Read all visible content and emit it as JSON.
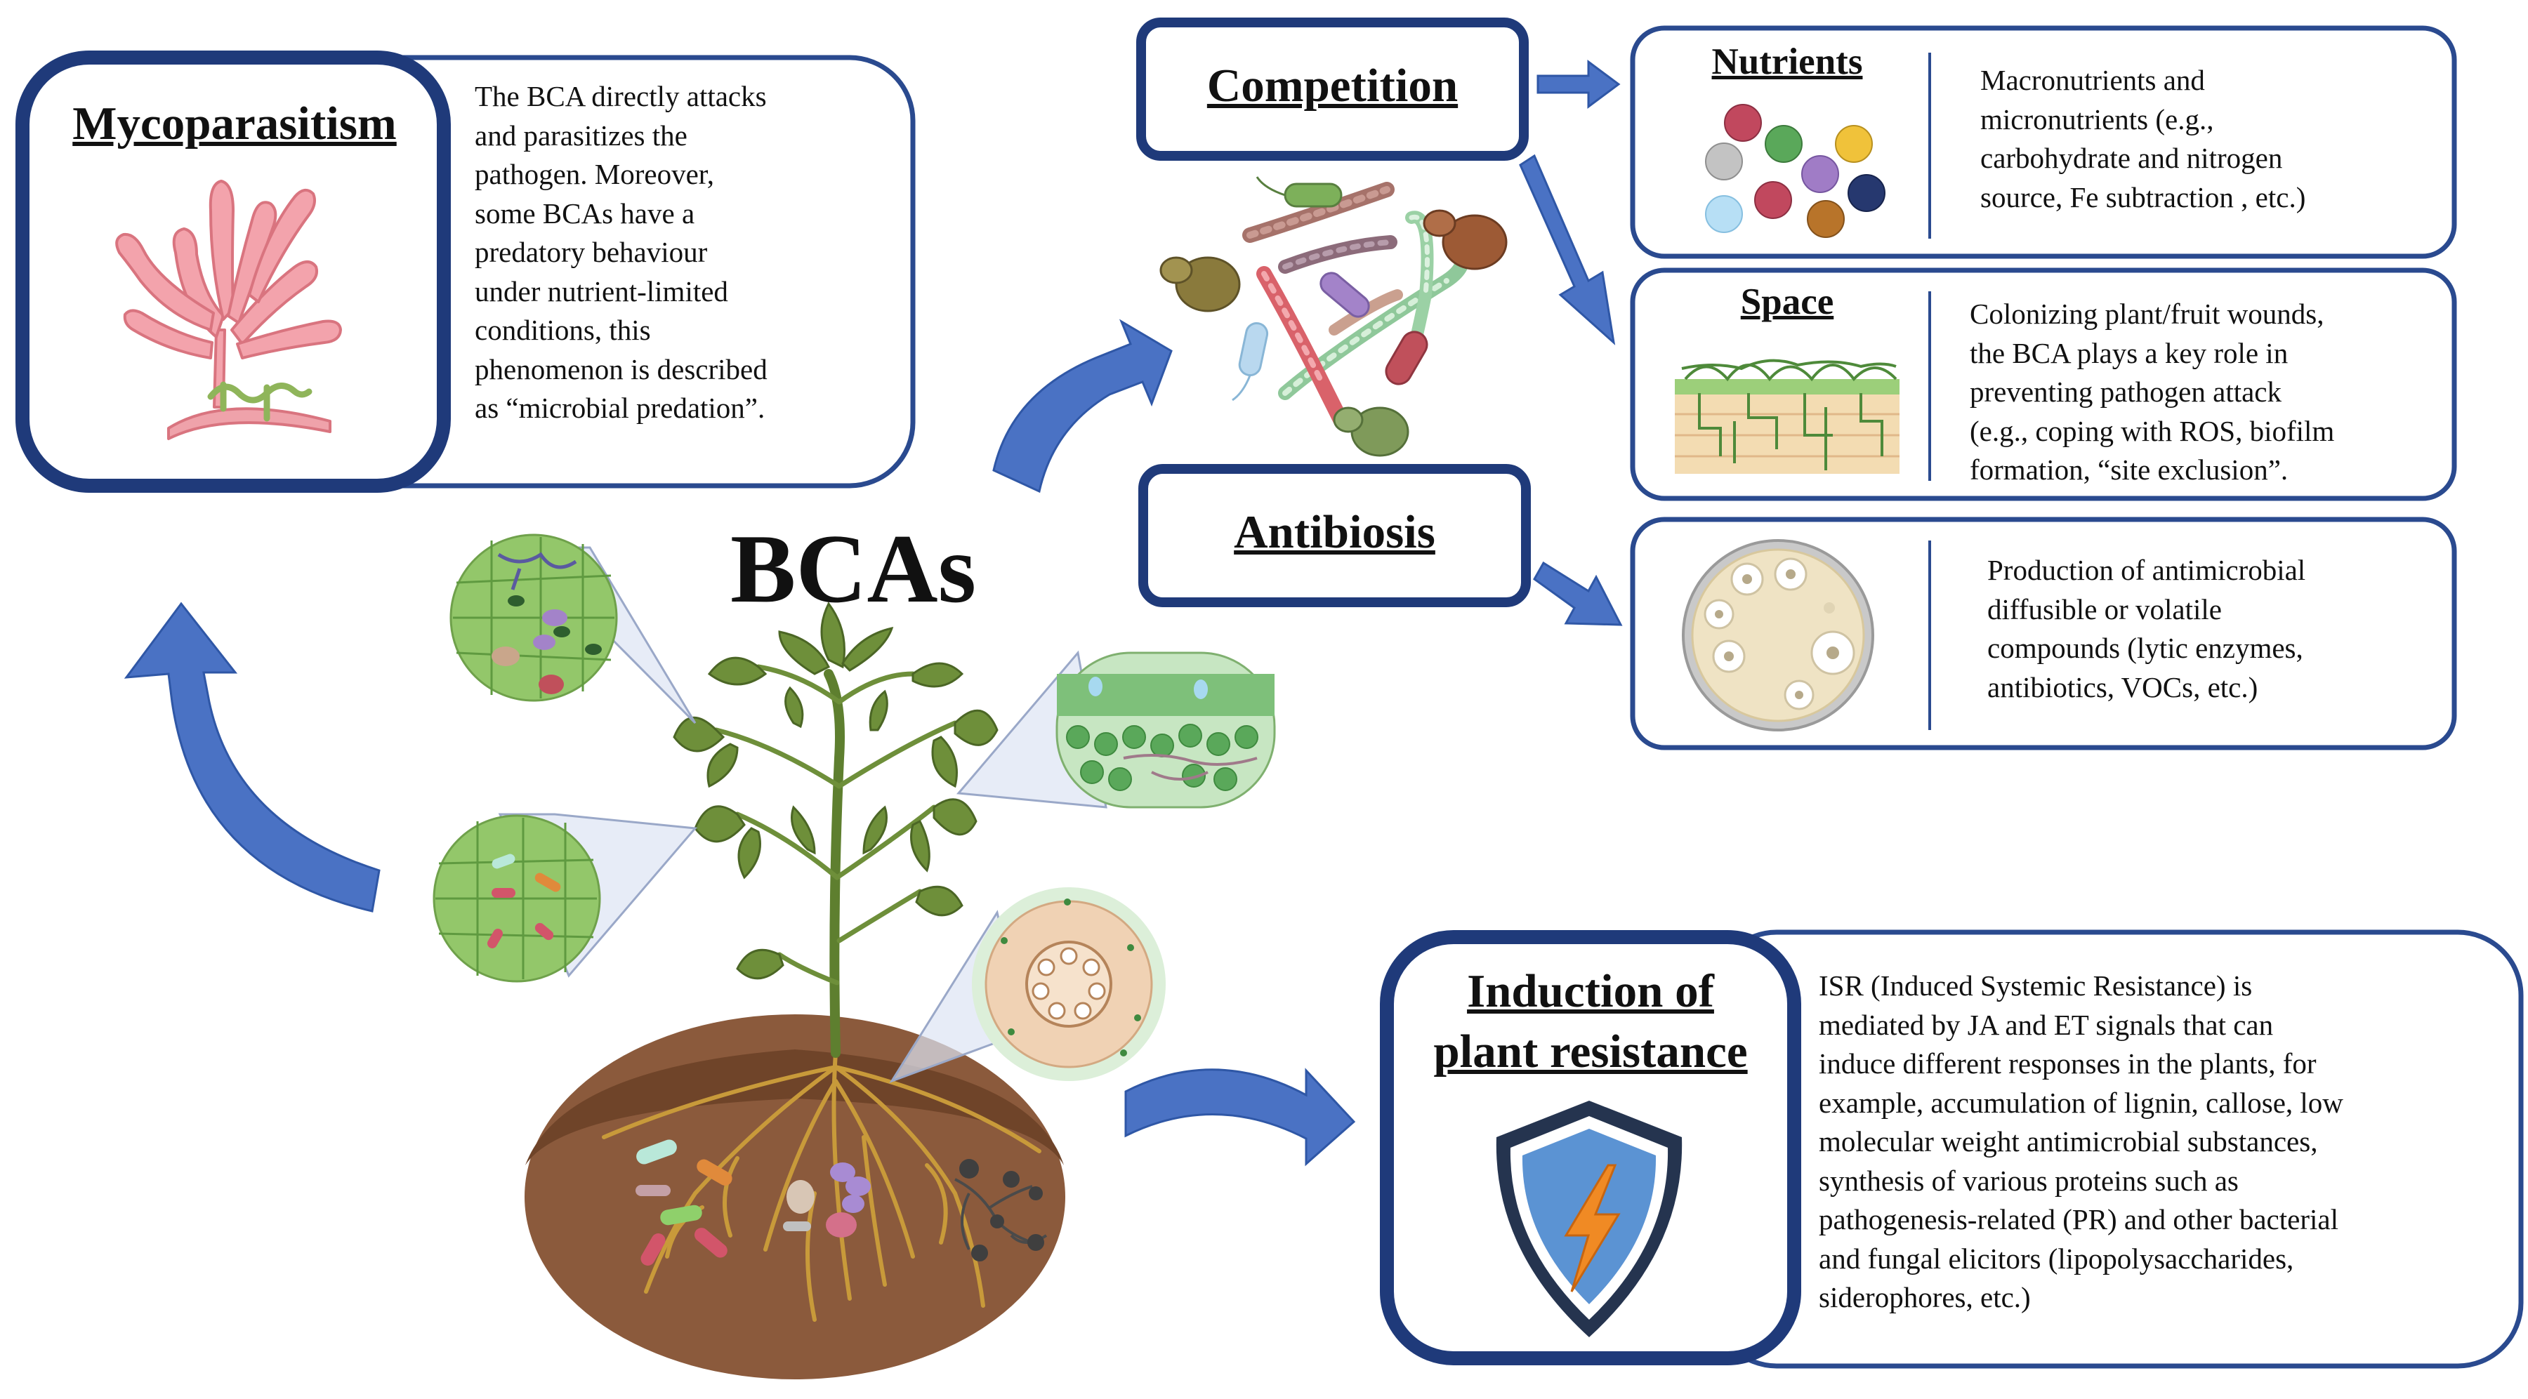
{
  "diagram": {
    "center_title": "BCAs",
    "colors": {
      "box_border_dark": "#1f3a7a",
      "box_border": "#2a4a8f",
      "arrow_blue": "#4a72c4",
      "soil": "#8b5a3c",
      "leaf_green": "#6e8f3a",
      "shield_blue": "#5b93d3",
      "bolt_orange": "#f08a24",
      "hypha_pink": "#f09aa4"
    },
    "mycoparasitism": {
      "title": "Mycoparasitism",
      "icon": "fungal-hypha-icon",
      "lines": [
        "The BCA directly attacks",
        "and parasitizes  the",
        "pathogen. Moreover,",
        "some BCAs have a",
        "predatory behaviour",
        "under nutrient-limited",
        "conditions,  this",
        "phenomenon is described",
        "as “microbial predation”."
      ]
    },
    "competition": {
      "title": "Competition",
      "icon": "microbes-cluster-icon"
    },
    "nutrients": {
      "title": "Nutrients",
      "icon": "nutrient-spheres-icon",
      "lines": [
        "Macronutrients  and",
        "micronutrients  (e.g.,",
        "carbohydrate and nitrogen",
        "source,  Fe subtraction  , etc.)"
      ]
    },
    "space": {
      "title": "Space",
      "icon": "tissue-colonization-icon",
      "lines": [
        "Colonizing plant/fruit wounds,",
        "the BCA plays a key role in",
        "preventing  pathogen attack",
        "(e.g.,  coping with ROS, biofilm",
        "formation,  “site exclusion”."
      ]
    },
    "antibiosis": {
      "title": "Antibiosis",
      "icon": "petri-dish-icon",
      "lines": [
        "Production  of antimicrobial",
        "diffusible  or volatile",
        "compounds  (lytic enzymes,",
        "antibiotics,  VOCs, etc.)"
      ]
    },
    "induction": {
      "title_line1": "Induction of",
      "title_line2": "plant resistance",
      "icon": "shield-lightning-icon",
      "lines": [
        "ISR (Induced  Systemic Resistance)  is",
        "mediated  by JA and ET signals  that can",
        "induce different  responses  in the plants, for",
        "example,  accumulation  of lignin, callose,  low",
        "molecular  weight antimicrobial  substances,",
        "synthesis  of various  proteins  such as",
        "pathogenesis-related  (PR) and other bacterial",
        "and fungal elicitors  (lipopolysaccharides,",
        "siderophores,  etc.)"
      ]
    }
  }
}
